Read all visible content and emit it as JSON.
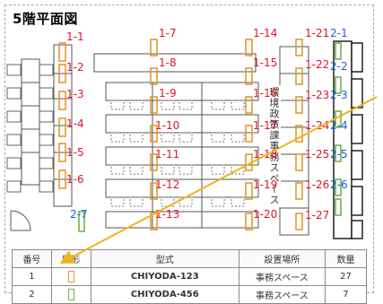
{
  "page": {
    "title": "5階平面図"
  },
  "area_label": "環境政策課事務スペース",
  "red_labels": [
    "1-1",
    "1-2",
    "1-3",
    "1-4",
    "1-5",
    "1-6",
    "1-7",
    "1-8",
    "1-9",
    "1-10",
    "1-11",
    "1-12",
    "1-13",
    "1-14",
    "1-15",
    "1-16",
    "1-17",
    "1-18",
    "1-19",
    "1-20",
    "1-21",
    "1-22",
    "1-23",
    "1-24",
    "1-25",
    "1-26",
    "1-27"
  ],
  "blue_labels": [
    "2-1",
    "2-2",
    "2-3",
    "2-4",
    "2-5",
    "2-6",
    "2-7"
  ],
  "legend": {
    "headers": [
      "番号",
      "図形",
      "型式",
      "設置場所",
      "数量"
    ],
    "rows": [
      {
        "no": "1",
        "symbol": "orange-rectangle",
        "model": "CHIYODA-123",
        "place": "事務スペース",
        "qty": "27"
      },
      {
        "no": "2",
        "symbol": "green-rectangle",
        "model": "CHIYODA-456",
        "place": "事務スペース",
        "qty": "7"
      }
    ]
  },
  "colors": {
    "red_label": "#e0132a",
    "blue_label": "#1461d8",
    "orange_shape": "#e19a2c",
    "green_shape": "#6fb24c",
    "arrow": "#f2b21b"
  }
}
